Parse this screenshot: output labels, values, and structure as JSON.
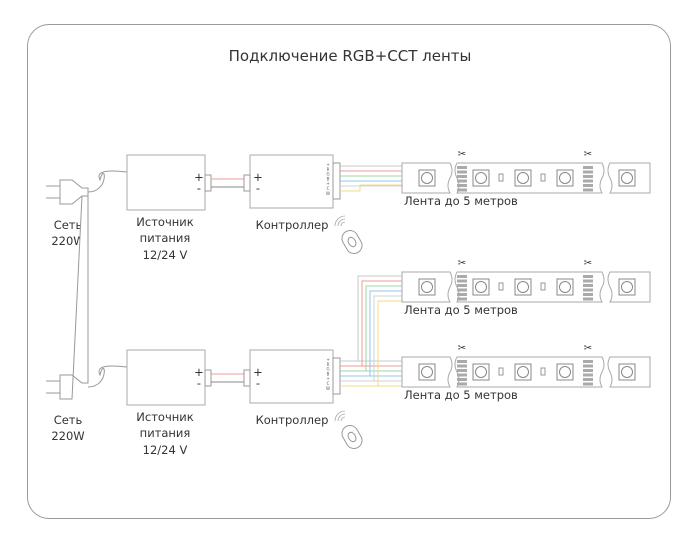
{
  "title": "Подключение RGB+CCT ленты",
  "diagrams": [
    {
      "mains": {
        "line1": "Сеть",
        "line2": "220W"
      },
      "power_supply": {
        "line1": "Источник",
        "line2": "питания",
        "line3": "12/24 V"
      },
      "controller": {
        "label": "Контроллер",
        "pins": [
          "+",
          "R",
          "G",
          "B",
          "+",
          "C",
          "W"
        ]
      },
      "strips": [
        {
          "label": "Лента до 5 метров"
        }
      ]
    },
    {
      "mains": {
        "line1": "Сеть",
        "line2": "220W"
      },
      "power_supply": {
        "line1": "Источник",
        "line2": "питания",
        "line3": "12/24 V"
      },
      "controller": {
        "label": "Контроллер",
        "pins": [
          "+",
          "R",
          "G",
          "B",
          "+",
          "C",
          "W"
        ]
      },
      "strips": [
        {
          "label": "Лента до 5 метров"
        },
        {
          "label": "Лента до 5 метров"
        }
      ]
    }
  ],
  "psu_terminals": [
    "+",
    "-"
  ],
  "wire_colors": {
    "plus": "#c8c8c8",
    "red": "#ee9a9a",
    "green": "#9fd6a6",
    "blue": "#8cc8ea",
    "cw": "#d0d0d0",
    "ww": "#f2dc86",
    "neg": "#888888"
  }
}
